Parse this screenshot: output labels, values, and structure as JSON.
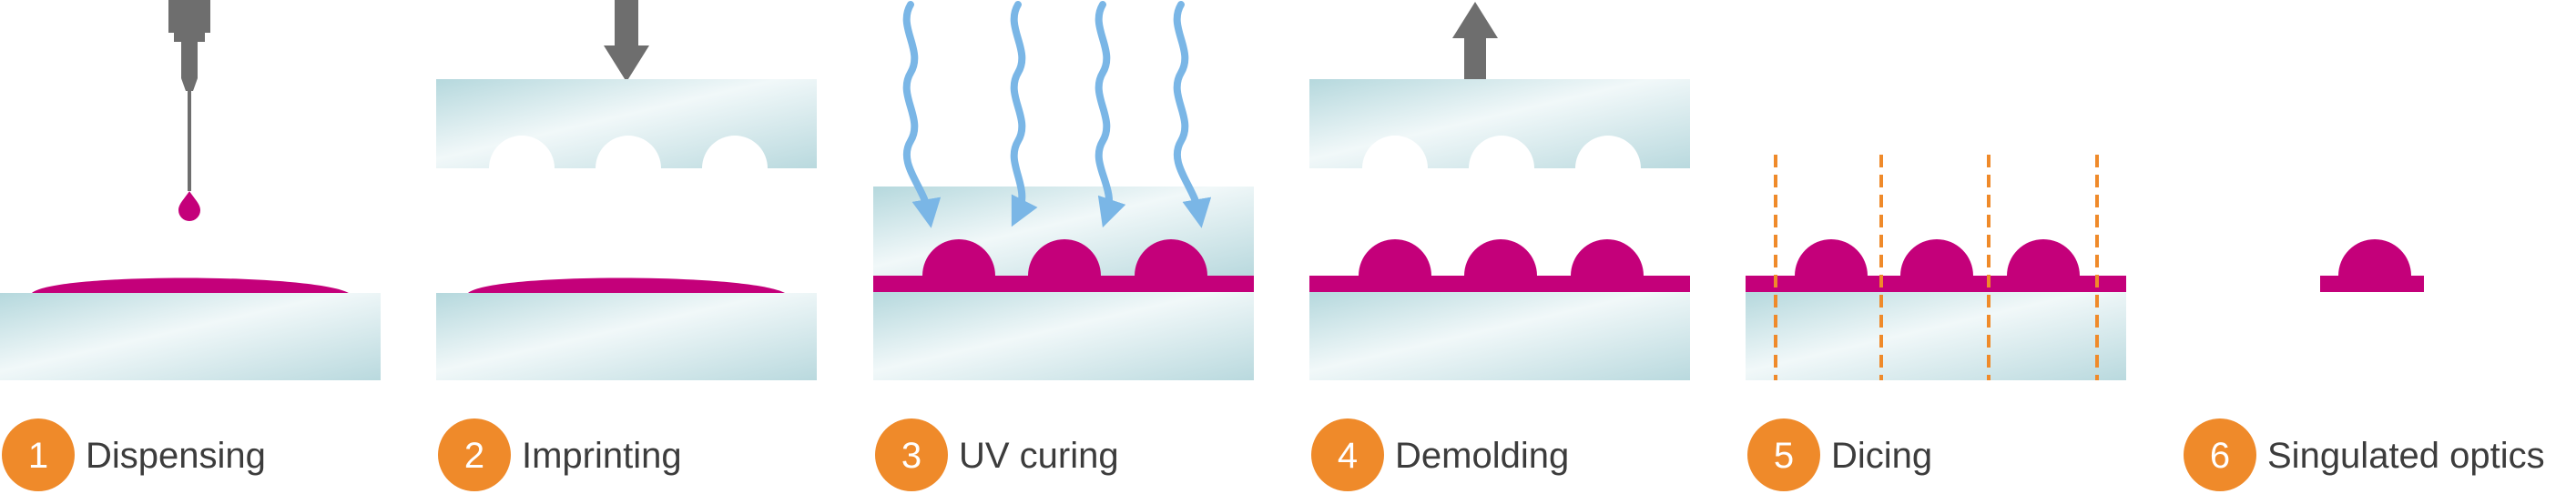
{
  "steps": [
    {
      "number": "1",
      "label": "Dispensing"
    },
    {
      "number": "2",
      "label": "Imprinting"
    },
    {
      "number": "3",
      "label": "UV curing"
    },
    {
      "number": "4",
      "label": "Demolding"
    },
    {
      "number": "5",
      "label": "Dicing"
    },
    {
      "number": "6",
      "label": "Singulated optics"
    }
  ],
  "colors": {
    "resin": "#c4007a",
    "glass_dark": "#b9dadf",
    "glass_light": "#eef7f8",
    "arrow_gray": "#6e6e6e",
    "uv_light": "#7ab6e6",
    "dicing_line": "#ef8a2a",
    "badge": "#ef8a2a",
    "label_text": "#3c3c3c"
  },
  "icons": [
    "dispensing-needle-icon",
    "press-down-arrow-icon",
    "uv-light-icon",
    "lift-up-arrow-icon",
    "dicing-line-icon"
  ]
}
